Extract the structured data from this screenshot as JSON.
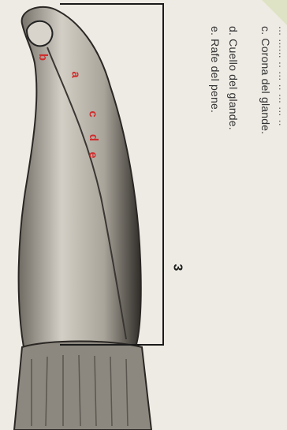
{
  "legend": {
    "cut_line": "... ...... .. ... .. ... ... ..",
    "c": "c.  Corona del glande.",
    "d": "d.  Cuello del glande.",
    "e": "e.  Rafe del pene."
  },
  "figure": {
    "number": "3",
    "labels": {
      "b": "b",
      "a": "a",
      "c": "c",
      "d": "d",
      "e": "e"
    }
  },
  "colors": {
    "label_red": "#cf2e2e",
    "line": "#1a1a1a",
    "paper": "#eeebe4"
  }
}
